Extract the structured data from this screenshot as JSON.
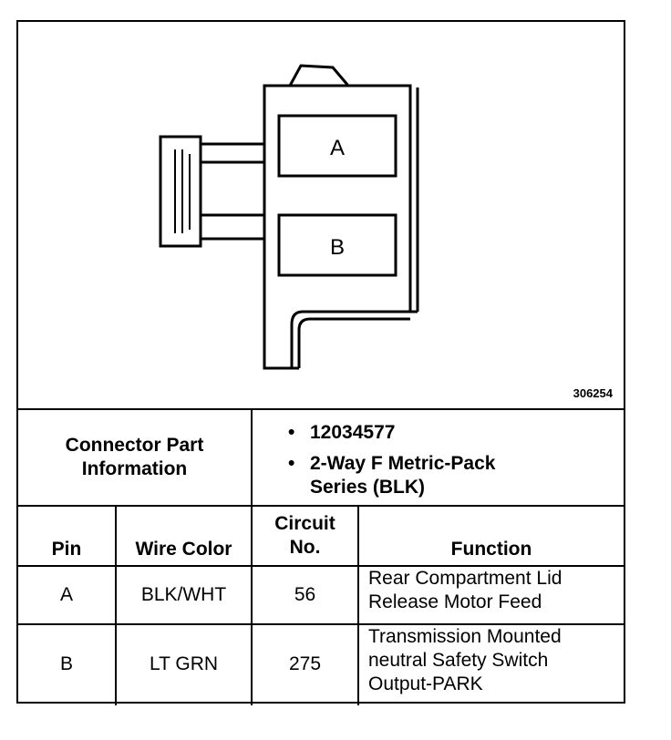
{
  "diagram": {
    "cavity_a_label": "A",
    "cavity_b_label": "B",
    "figure_number": "306254"
  },
  "connector_info": {
    "label_line1": "Connector Part",
    "label_line2": "Information",
    "bullets": [
      {
        "dot": "•",
        "line1": "12034577",
        "line2": ""
      },
      {
        "dot": "•",
        "line1": "2-Way F Metric-Pack",
        "line2": "Series (BLK)"
      }
    ]
  },
  "table": {
    "headers": {
      "pin": "Pin",
      "wire_color": "Wire Color",
      "circuit_line1": "Circuit",
      "circuit_line2": "No.",
      "function": "Function"
    },
    "rows": [
      {
        "pin": "A",
        "wire_color": "BLK/WHT",
        "circuit": "56",
        "function_lines": [
          "Rear Compartment Lid",
          "Release Motor Feed"
        ]
      },
      {
        "pin": "B",
        "wire_color": "LT GRN",
        "circuit": "275",
        "function_lines": [
          "Transmission Mounted",
          "neutral Safety Switch",
          "Output-PARK"
        ]
      }
    ]
  }
}
